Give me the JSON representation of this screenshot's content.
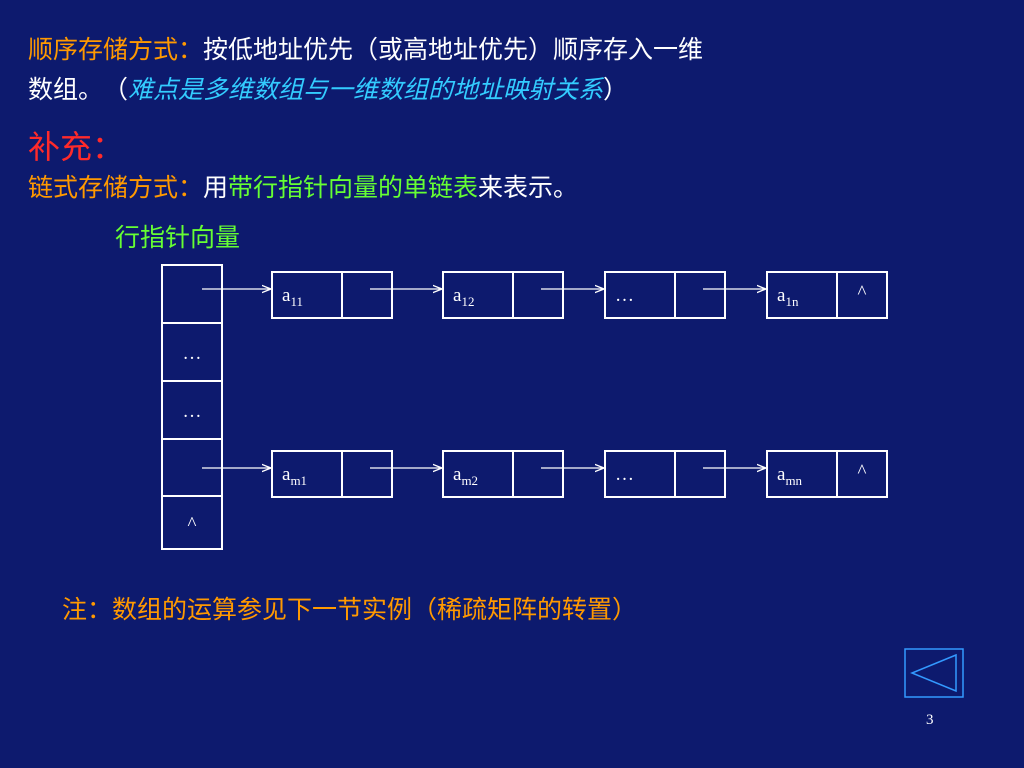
{
  "text": {
    "line1_label": "顺序存储方式：",
    "line1_text": "按低地址优先（或高地址优先）顺序存入一维",
    "line2_text": "数组。　（",
    "line2_highlight": "难点是多维数组与一维数组的地址映射关系",
    "line2_end": "）",
    "supplement": "补充：",
    "linked_label": "链式存储方式：",
    "linked_use": "用",
    "linked_highlight": "带行指针向量的单链表",
    "linked_end": "来表示。",
    "row_vector_label": "行指针向量",
    "note": "注：数组的运算参见下一节实例（稀疏矩阵的转置）",
    "page_number": "3"
  },
  "diagram": {
    "vector_cells": [
      "",
      "…",
      "…",
      "",
      "^"
    ],
    "row1_nodes": [
      {
        "base": "a",
        "sub": "11",
        "next": ""
      },
      {
        "base": "a",
        "sub": "12",
        "next": ""
      },
      {
        "base": "…",
        "sub": "",
        "next": ""
      },
      {
        "base": "a",
        "sub": "1n",
        "next": "^"
      }
    ],
    "row2_nodes": [
      {
        "base": "a",
        "sub": "m1",
        "next": ""
      },
      {
        "base": "a",
        "sub": "m2",
        "next": ""
      },
      {
        "base": "…",
        "sub": "",
        "next": ""
      },
      {
        "base": "a",
        "sub": "mn",
        "next": "^"
      }
    ]
  },
  "colors": {
    "background": "#0d1a6e",
    "label_orange": "#ff9900",
    "highlight_cyan": "#33ccff",
    "supplement_red": "#ff2a2a",
    "highlight_green": "#66ff33"
  },
  "icons": {
    "nav": "back-triangle-icon"
  }
}
